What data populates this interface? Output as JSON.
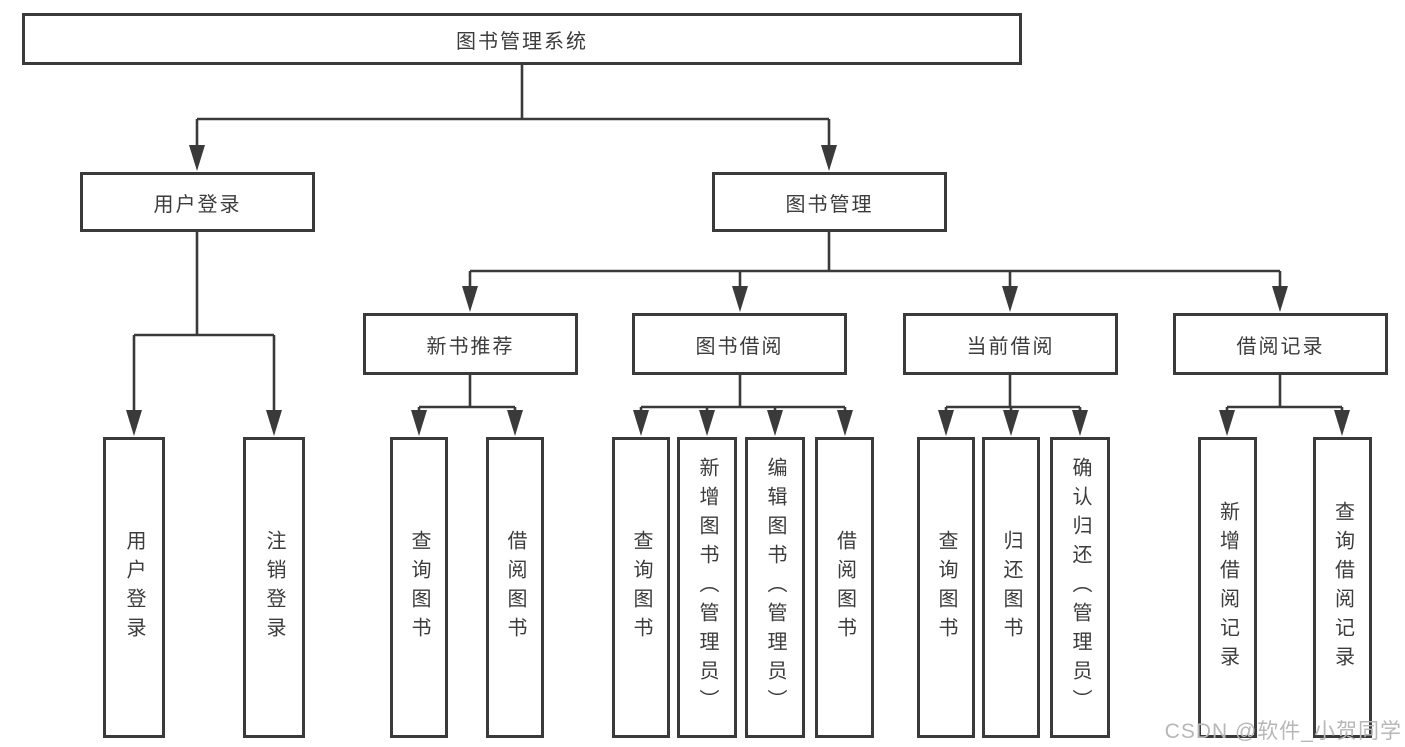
{
  "diagram": {
    "title": "图书管理系统",
    "level1": [
      {
        "id": "user-login",
        "label": "用户登录"
      },
      {
        "id": "book-management",
        "label": "图书管理"
      }
    ],
    "level2": [
      {
        "id": "new-book-recommend",
        "label": "新书推荐",
        "parent": "图书管理"
      },
      {
        "id": "book-borrowing",
        "label": "图书借阅",
        "parent": "图书管理"
      },
      {
        "id": "current-borrowing",
        "label": "当前借阅",
        "parent": "图书管理"
      },
      {
        "id": "borrowing-records",
        "label": "借阅记录",
        "parent": "图书管理"
      }
    ],
    "leaves": [
      {
        "parent": "用户登录",
        "label": "用户登录"
      },
      {
        "parent": "用户登录",
        "label": "注销登录"
      },
      {
        "parent": "新书推荐",
        "label": "查询图书"
      },
      {
        "parent": "新书推荐",
        "label": "借阅图书"
      },
      {
        "parent": "图书借阅",
        "label": "查询图书"
      },
      {
        "parent": "图书借阅",
        "label": "新增图书（管理员）"
      },
      {
        "parent": "图书借阅",
        "label": "编辑图书（管理员）"
      },
      {
        "parent": "图书借阅",
        "label": "借阅图书"
      },
      {
        "parent": "当前借阅",
        "label": "查询图书"
      },
      {
        "parent": "当前借阅",
        "label": "归还图书"
      },
      {
        "parent": "当前借阅",
        "label": "确认归还（管理员）"
      },
      {
        "parent": "借阅记录",
        "label": "新增借阅记录"
      },
      {
        "parent": "借阅记录",
        "label": "查询借阅记录"
      }
    ]
  },
  "watermark": {
    "text": "CSDN @软件_小贺同学"
  },
  "colors": {
    "line": "#3a3a3a",
    "box_border": "#3a3a3a",
    "text": "#3c3c3c",
    "watermark": "#b7b7b7",
    "background": "#ffffff"
  }
}
